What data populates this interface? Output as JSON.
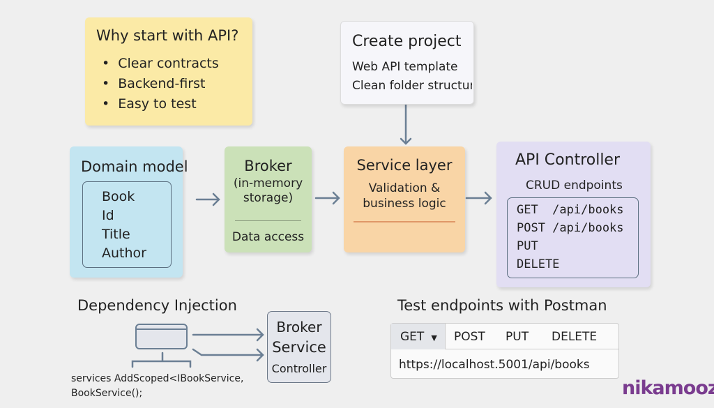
{
  "why": {
    "title": "Why start with API?",
    "items": [
      "Clear contracts",
      "Backend-first",
      "Easy to test"
    ]
  },
  "create": {
    "title": "Create project",
    "line1": "Web API template",
    "line2": "Clean folder structure"
  },
  "domain": {
    "title": "Domain model",
    "fields": [
      "Book",
      "Id",
      "Title",
      "Author"
    ]
  },
  "broker": {
    "title": "Broker",
    "sub": "(in-memory storage)",
    "access": "Data access"
  },
  "service": {
    "title": "Service layer",
    "sub": "Validation & business logic"
  },
  "api": {
    "title": "API Controller",
    "sub": "CRUD endpoints",
    "endpoints": [
      "GET  /api/books",
      "POST /api/books",
      "PUT",
      "DELETE"
    ]
  },
  "di": {
    "title": "Dependency Injection",
    "code1": "services AddScoped<IBookService,",
    "code2": "BookService();",
    "targets": [
      "Broker",
      "Service",
      "Controller"
    ]
  },
  "postman": {
    "title": "Test endpoints with Postman",
    "method": "GET",
    "methods": [
      "POST",
      "PUT",
      "DELETE"
    ],
    "url": "https://localhost.5001/api/books"
  },
  "logo": {
    "text": "nikamooz;"
  },
  "colors": {
    "arrow": "#6b7f94",
    "logo": "#7a3c8f"
  }
}
